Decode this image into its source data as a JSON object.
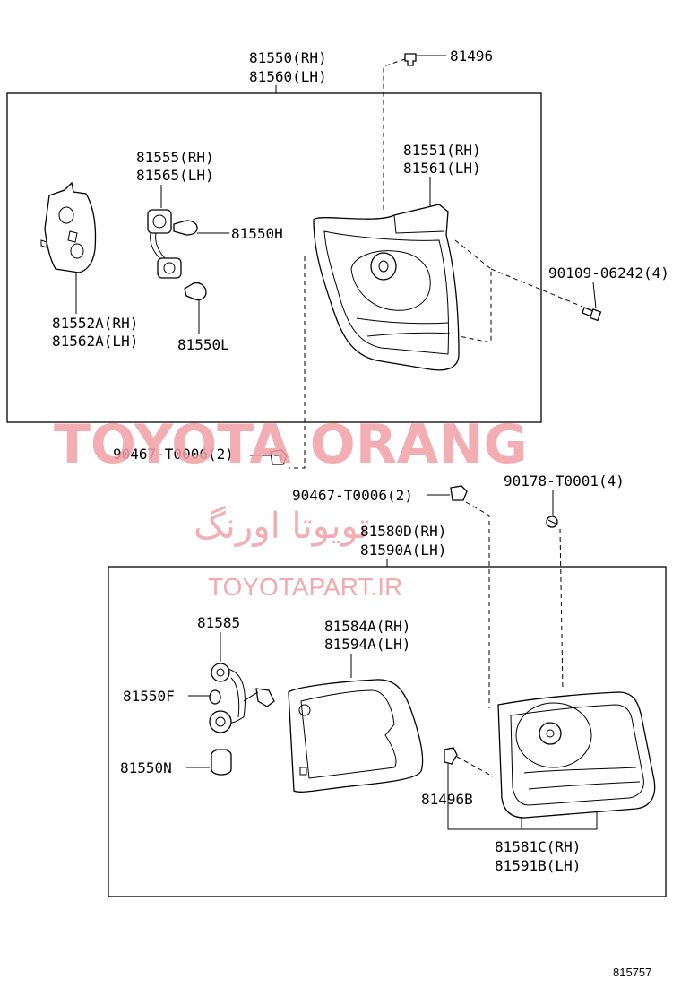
{
  "diagram_id": "815757",
  "watermark": {
    "brand": "TOYOTA ORANG",
    "farsi": "تویوتا اورنگ",
    "url": "TOYOTAPART.IR"
  },
  "upper_group": {
    "assembly": {
      "rh": "81550(RH)",
      "lh": "81560(LH)"
    },
    "lens_body": {
      "rh": "81551(RH)",
      "lh": "81561(LH)"
    },
    "socket_wire": {
      "rh": "81555(RH)",
      "lh": "81565(LH)"
    },
    "cover": {
      "rh": "81552A(RH)",
      "lh": "81562A(LH)"
    },
    "bulb_h": "81550H",
    "bulb_l": "81550L",
    "clip_top": "81496",
    "screw": "90109-06242(4)",
    "clip_left": "90467-T0006(2)"
  },
  "lower_group": {
    "clip_right": "90467-T0006(2)",
    "screw_lower": "90178-T0001(4)",
    "assembly": {
      "rh": "81580D(RH)",
      "lh": "81590A(LH)"
    },
    "socket": "81585",
    "bulb_f": "81550F",
    "bulb_n": "81550N",
    "gasket": {
      "rh": "81584A(RH)",
      "lh": "81594A(LH)"
    },
    "clip": "81496B",
    "lens": {
      "rh": "81581C(RH)",
      "lh": "81591B(LH)"
    }
  }
}
